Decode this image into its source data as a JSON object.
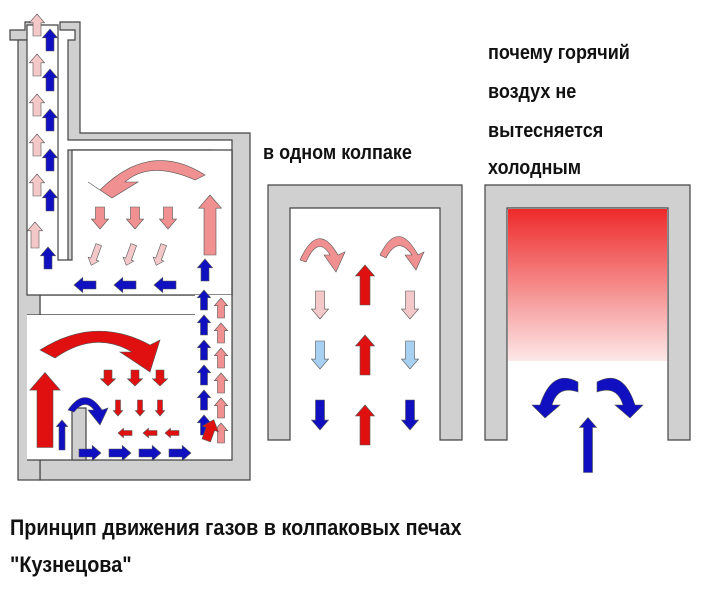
{
  "labels": {
    "single_cap": "в одном колпаке",
    "question": [
      "почему горячий",
      "воздух не",
      "вытесняется",
      "холодным"
    ],
    "caption_line1": "Принцип движения  газов в колпаковых  печах",
    "caption_line2": "\"Кузнецова\""
  },
  "colors": {
    "wall": "#cfcfcf",
    "hot": "#e01010",
    "warm": "#f09090",
    "cool": "#f4c8c8",
    "cold": "#1010c0",
    "light_blue": "#a8d0f0"
  }
}
